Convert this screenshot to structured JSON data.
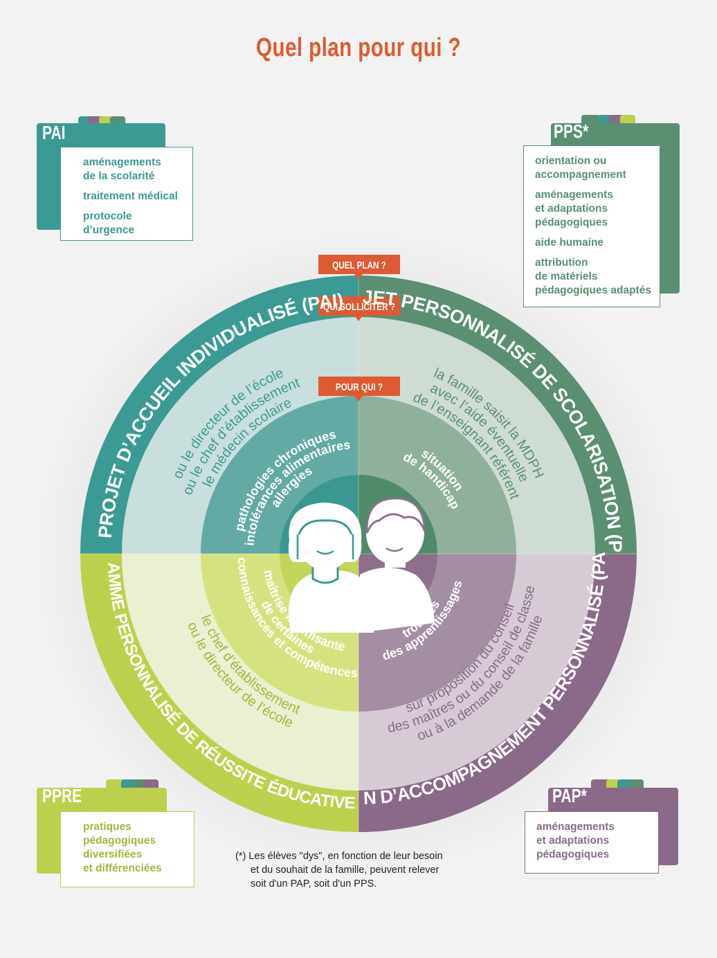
{
  "title": "Quel plan pour qui ?",
  "badges": {
    "quel_plan": "QUEL PLAN ?",
    "qui_solliciter": "QUI SOLLICITER ?",
    "pour_qui": "POUR QUI ?"
  },
  "plans": {
    "pai": {
      "ring": "PROJET D’ACCUEIL INDIVIDUALISÉ (PAI)",
      "solliciter": [
        "le médecin scolaire",
        "ou le chef d’établissement",
        "ou le directeur de l’école"
      ],
      "pour_qui": [
        "pathologies chroniques",
        "intolérances alimentaires",
        "allergies"
      ],
      "color": "#3b9a93"
    },
    "pps": {
      "ring": "PROJET PERSONNALISÉ DE SCOLARISATION (PPS)*",
      "solliciter": [
        "la famille saisit la MDPH",
        "avec l’aide éventuelle",
        "de l’enseignant référent"
      ],
      "pour_qui": [
        "situation",
        "de handicap"
      ],
      "color": "#5a8f72"
    },
    "ppre": {
      "ring": "PROGRAMME PERSONNALISÉ DE RÉUSSITE ÉDUCATIVE (PPRE)",
      "solliciter": [
        "le chef d’établissement",
        "ou le directeur de l’école"
      ],
      "pour_qui": [
        "maîtrise insuffisante",
        "de certaines",
        "connaissances et compétences"
      ],
      "color": "#bdd04e"
    },
    "pap": {
      "ring": "PLAN D’ACCOMPAGNEMENT PERSONNALISÉ (PAP)*",
      "solliciter": [
        "sur proposition du conseil",
        "des maîtres ou du conseil de classe",
        "ou à la demande de la famille"
      ],
      "pour_qui": [
        "troubles",
        "des apprentissages"
      ],
      "color": "#8a6a88"
    }
  },
  "cards": {
    "pai": {
      "label": "PAI",
      "items": [
        "aménagements\nde la scolarité",
        "traitement médical",
        "protocole d’urgence"
      ]
    },
    "pps": {
      "label": "PPS*",
      "items": [
        "orientation ou\naccompagnement",
        "aménagements\net adaptations\npédagogiques",
        "aide humaine",
        "attribution\nde matériels\npédagogiques adaptés"
      ]
    },
    "ppre": {
      "label": "PPRE",
      "items": [
        "pratiques\npédagogiques\ndiversifiées\net différenciées"
      ]
    },
    "pap": {
      "label": "PAP*",
      "items": [
        "aménagements\net adaptations\npédagogiques"
      ]
    }
  },
  "footnote": {
    "line1": "(*) Les élèves \"dys\", en fonction de leur besoin",
    "line2": "et du souhait de la famille, peuvent relever",
    "line3": "soit d'un PAP, soit d'un PPS."
  }
}
